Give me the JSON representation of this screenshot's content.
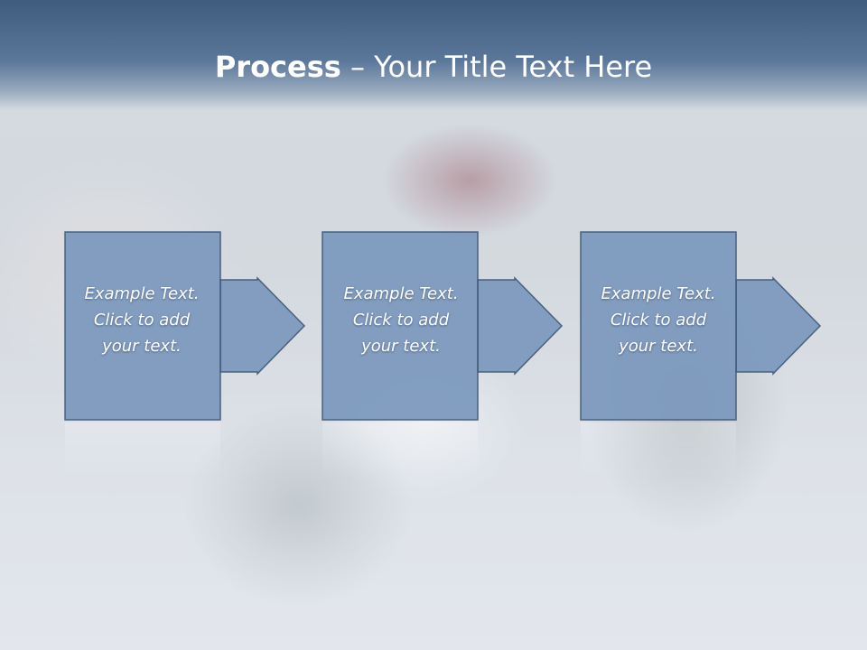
{
  "slide": {
    "title_bold": "Process",
    "title_rest": " – Your Title Text Here"
  },
  "steps": [
    {
      "line1": "Example Text.",
      "line2": "Click  to add",
      "line3": "your text."
    },
    {
      "line1": "Example Text.",
      "line2": "Click  to add",
      "line3": "your text."
    },
    {
      "line1": "Example Text.",
      "line2": "Click  to add",
      "line3": "your text."
    }
  ],
  "colors": {
    "header": "#4a6688",
    "box_fill": "#7b98bd",
    "box_stroke": "#3e5677",
    "text": "#ffffff"
  }
}
